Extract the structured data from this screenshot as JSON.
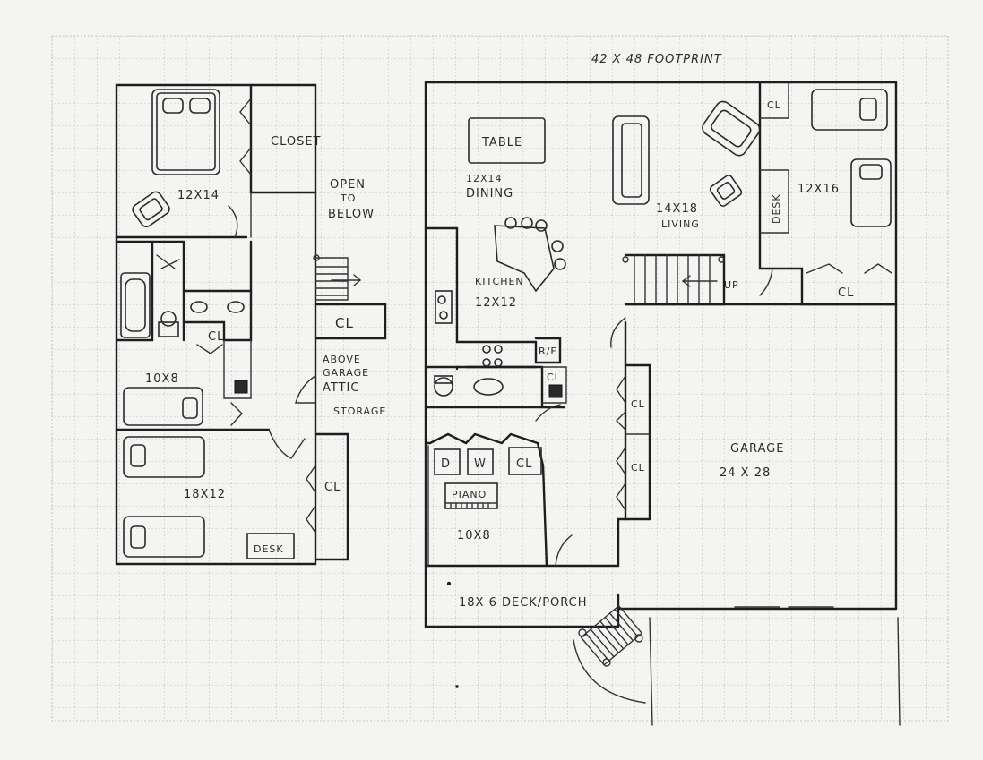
{
  "title": "42 X 48 FOOTPRINT",
  "upper": {
    "closet": "CLOSET",
    "bed1": "12X14",
    "open_to_below_1": "OPEN",
    "open_to_below_2": "TO",
    "open_to_below_3": "BELOW",
    "cl1": "CL",
    "cl2": "CL",
    "cl3": "CL",
    "above_1": "ABOVE",
    "above_2": "GARAGE",
    "above_3": "ATTIC",
    "above_4": "STORAGE",
    "bed2": "10X8",
    "bed3": "18X12",
    "desk": "DESK"
  },
  "main": {
    "table": "TABLE",
    "dining_size": "12X14",
    "dining": "DINING",
    "living_size": "14X18",
    "living": "LIVING",
    "bed_size": "12X16",
    "desk": "DESK",
    "cl_bed": "CL",
    "cl_top": "CL",
    "kitchen": "KITCHEN",
    "kitchen_size": "12X12",
    "up": "UP",
    "rf": "R/F",
    "cl_laundry": "CL",
    "d": "D",
    "w": "W",
    "cl_laundry2": "CL",
    "piano": "PIANO",
    "room_size": "10X8",
    "cl_garage1": "CL",
    "cl_garage2": "CL",
    "garage": "GARAGE",
    "garage_size": "24 X 28",
    "deck": "18X 6 DECK/PORCH"
  }
}
